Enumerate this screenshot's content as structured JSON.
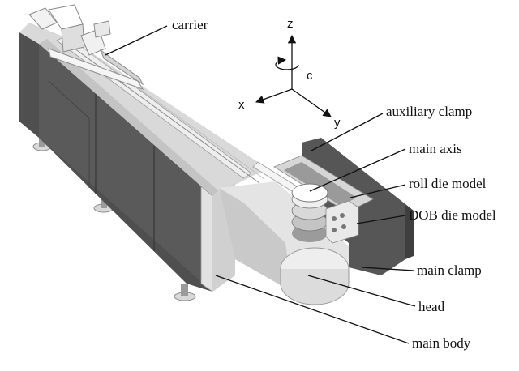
{
  "figure": {
    "labels": {
      "carrier": "carrier",
      "auxiliary_clamp": "auxiliary clamp",
      "main_axis": "main axis",
      "roll_die_model": "roll die model",
      "dob_die_model": "DOB die model",
      "main_clamp": "main clamp",
      "head": "head",
      "main_body": "main body"
    },
    "axes": {
      "z": "z",
      "x": "x",
      "y": "y",
      "c": "c"
    }
  },
  "colors": {
    "background": "#ffffff",
    "machine_light": "#e6e6e6",
    "machine_mid": "#a9a9a9",
    "machine_dark": "#4a4a4a",
    "text": "#111111"
  }
}
